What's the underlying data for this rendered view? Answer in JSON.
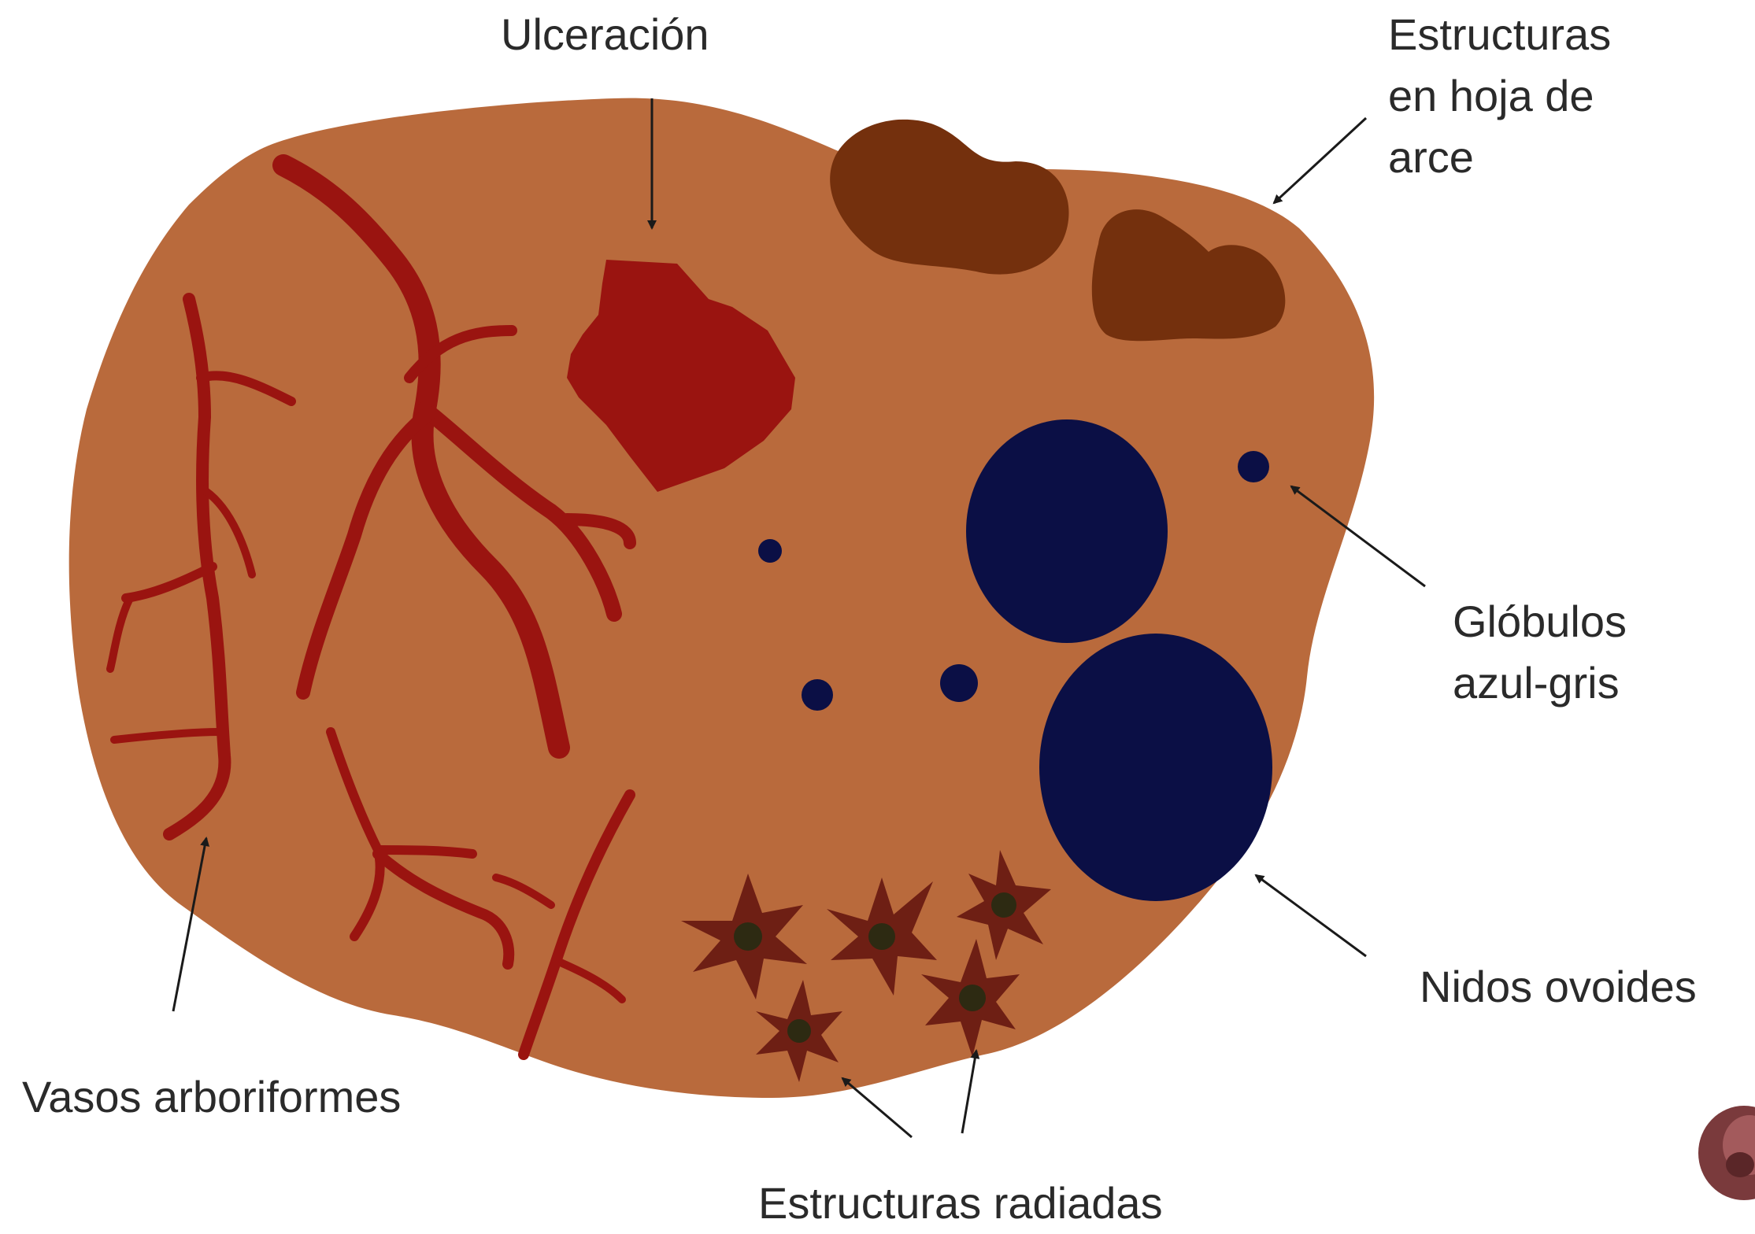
{
  "labels": {
    "ulceracion": "Ulceración",
    "hoja_de_arce": [
      "Estructuras",
      "en hoja de",
      "arce"
    ],
    "globulos": [
      "Glóbulos",
      "azul-gris"
    ],
    "nidos": "Nidos ovoides",
    "vasos": "Vasos arboriformes",
    "radiadas": "Estructuras radiadas"
  },
  "colors": {
    "lesion": "#b96a3c",
    "vessels": "#9a1410",
    "leaf": "#74300d",
    "ovoid_nests": "#0b0f45",
    "radial_star": "#6e1f14",
    "radial_core": "#2d2a12",
    "arrow": "#1a1a1a"
  }
}
